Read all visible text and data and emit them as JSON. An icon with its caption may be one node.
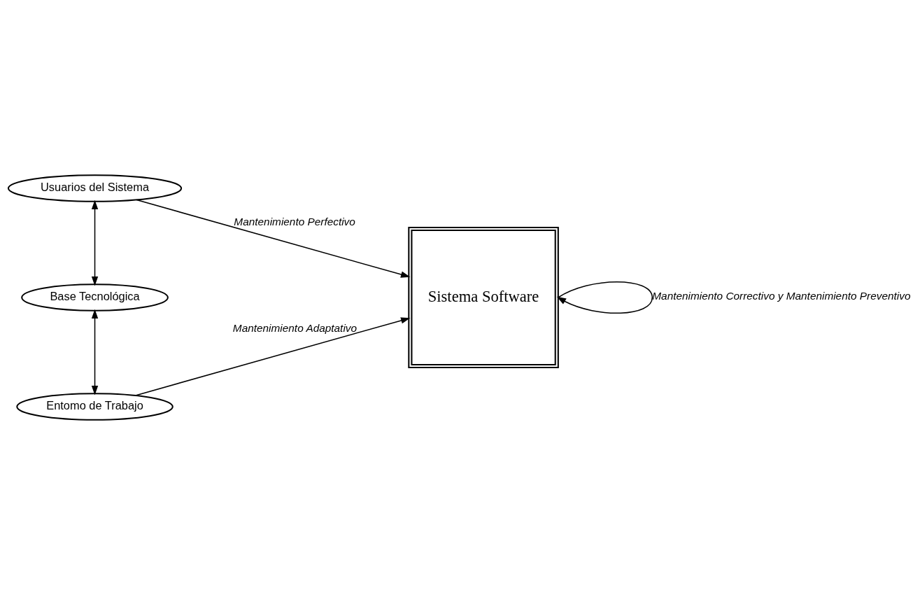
{
  "diagram": {
    "nodes": [
      {
        "text": [
          "Usuarios del Sistema"
        ]
      },
      {
        "text": [
          "Base Tecnológica"
        ]
      },
      {
        "text": [
          "Entomo de Trabajo"
        ]
      },
      {
        "text": [
          "Sistema Software"
        ]
      }
    ],
    "edges": [
      {
        "from": 0,
        "to": 3,
        "arrow": "to",
        "label": "Mantenimiento Perfectivo"
      },
      {
        "from": 0,
        "to": 1,
        "arrow": "both"
      },
      {
        "from": 1,
        "to": 2,
        "arrow": "both"
      },
      {
        "from": 2,
        "to": 3,
        "arrow": "to",
        "label": "Mantenimiento Adaptativo"
      },
      {
        "from": 3,
        "to": 3,
        "arrow": "to",
        "label": "Mantenimiento Correctivo y Mantenimiento Preventivo"
      }
    ]
  }
}
